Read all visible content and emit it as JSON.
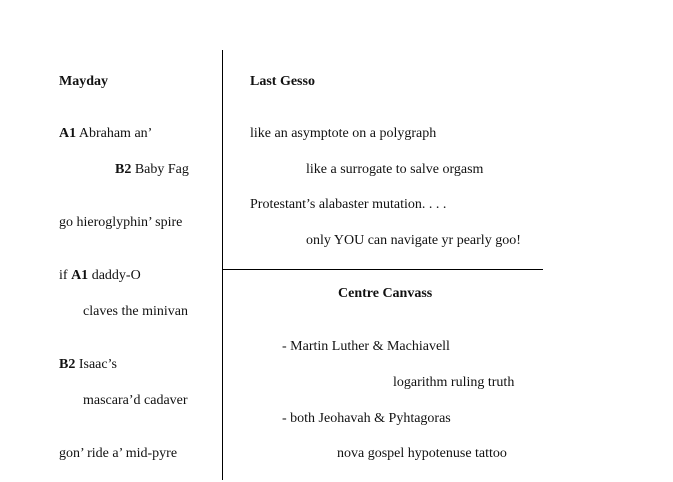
{
  "left_column": {
    "title": "Mayday",
    "line1_label": "A1",
    "line1_text": " Abraham an’",
    "line2_label": "B2",
    "line2_text": " Baby Fag",
    "line3": "go hieroglyphin’ spire",
    "line4_prefix": "if ",
    "line4_label": "A1",
    "line4_text": " daddy-O",
    "line5": "claves the minivan",
    "line6_label": "B2",
    "line6_text": " Isaac’s",
    "line7": "mascara’d cadaver",
    "line8": "gon’ ride a’ mid-pyre"
  },
  "right_top": {
    "title": "Last Gesso",
    "line1": "like an asymptote on a polygraph",
    "line2": "like a surrogate to salve orgasm",
    "line3": "Protestant’s alabaster mutation. . . .",
    "line4": "only YOU can navigate yr pearly goo!"
  },
  "right_bottom": {
    "title": "Centre Canvass",
    "line1": "- Martin Luther & Machiavell",
    "line2": "logarithm ruling truth",
    "line3": "- both Jeohavah & Pyhtagoras",
    "line4": "nova gospel hypotenuse tattoo"
  }
}
